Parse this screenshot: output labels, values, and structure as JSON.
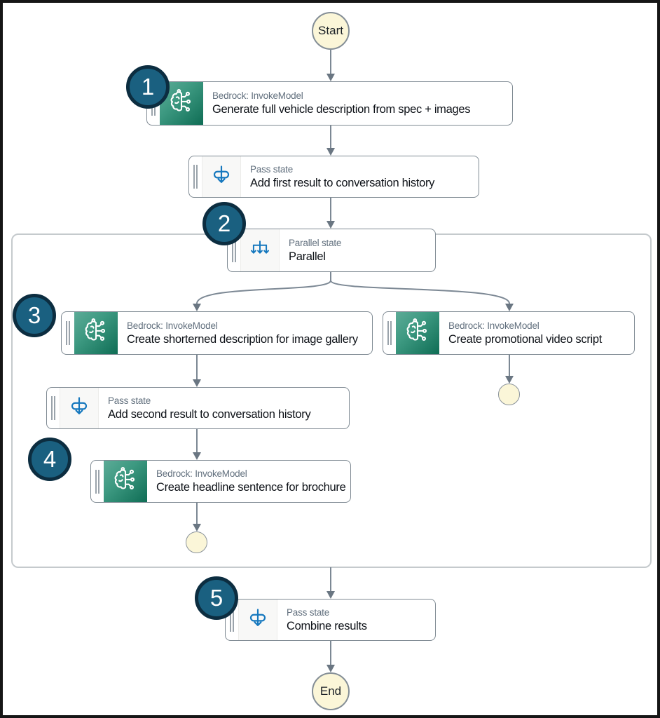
{
  "diagram": {
    "terminals": {
      "start": "Start",
      "end": "End"
    },
    "annotations": {
      "badges": [
        "1",
        "2",
        "3",
        "4",
        "5"
      ]
    },
    "nodes": {
      "invoke_full_description": {
        "type_label": "Bedrock: InvokeModel",
        "name": "Generate full vehicle description from spec + images",
        "icon": "bedrock-brain-icon"
      },
      "pass_add_first": {
        "type_label": "Pass state",
        "name": "Add first result to conversation history",
        "icon": "pass-state-icon"
      },
      "parallel": {
        "type_label": "Parallel state",
        "name": "Parallel",
        "icon": "parallel-state-icon"
      },
      "invoke_short_description": {
        "type_label": "Bedrock: InvokeModel",
        "name": "Create shorterned description for image gallery",
        "icon": "bedrock-brain-icon"
      },
      "invoke_video_script": {
        "type_label": "Bedrock: InvokeModel",
        "name": "Create promotional video script",
        "icon": "bedrock-brain-icon"
      },
      "pass_add_second": {
        "type_label": "Pass state",
        "name": "Add second result to conversation history",
        "icon": "pass-state-icon"
      },
      "invoke_headline": {
        "type_label": "Bedrock: InvokeModel",
        "name": "Create headline sentence for brochure",
        "icon": "bedrock-brain-icon"
      },
      "pass_combine": {
        "type_label": "Pass state",
        "name": "Combine results",
        "icon": "pass-state-icon"
      }
    },
    "colors": {
      "badge_fill": "#1A6080",
      "badge_border": "#0C2D40",
      "bedrock_gradient_start": "#5CAB97",
      "bedrock_gradient_end": "#0F6D55",
      "state_icon_blue": "#1678BE",
      "terminal_fill": "#FBF6D8",
      "connector": "#7C8894",
      "node_border": "#7F8A93",
      "container_border": "#C5CACD",
      "frame_border": "#161616"
    }
  }
}
